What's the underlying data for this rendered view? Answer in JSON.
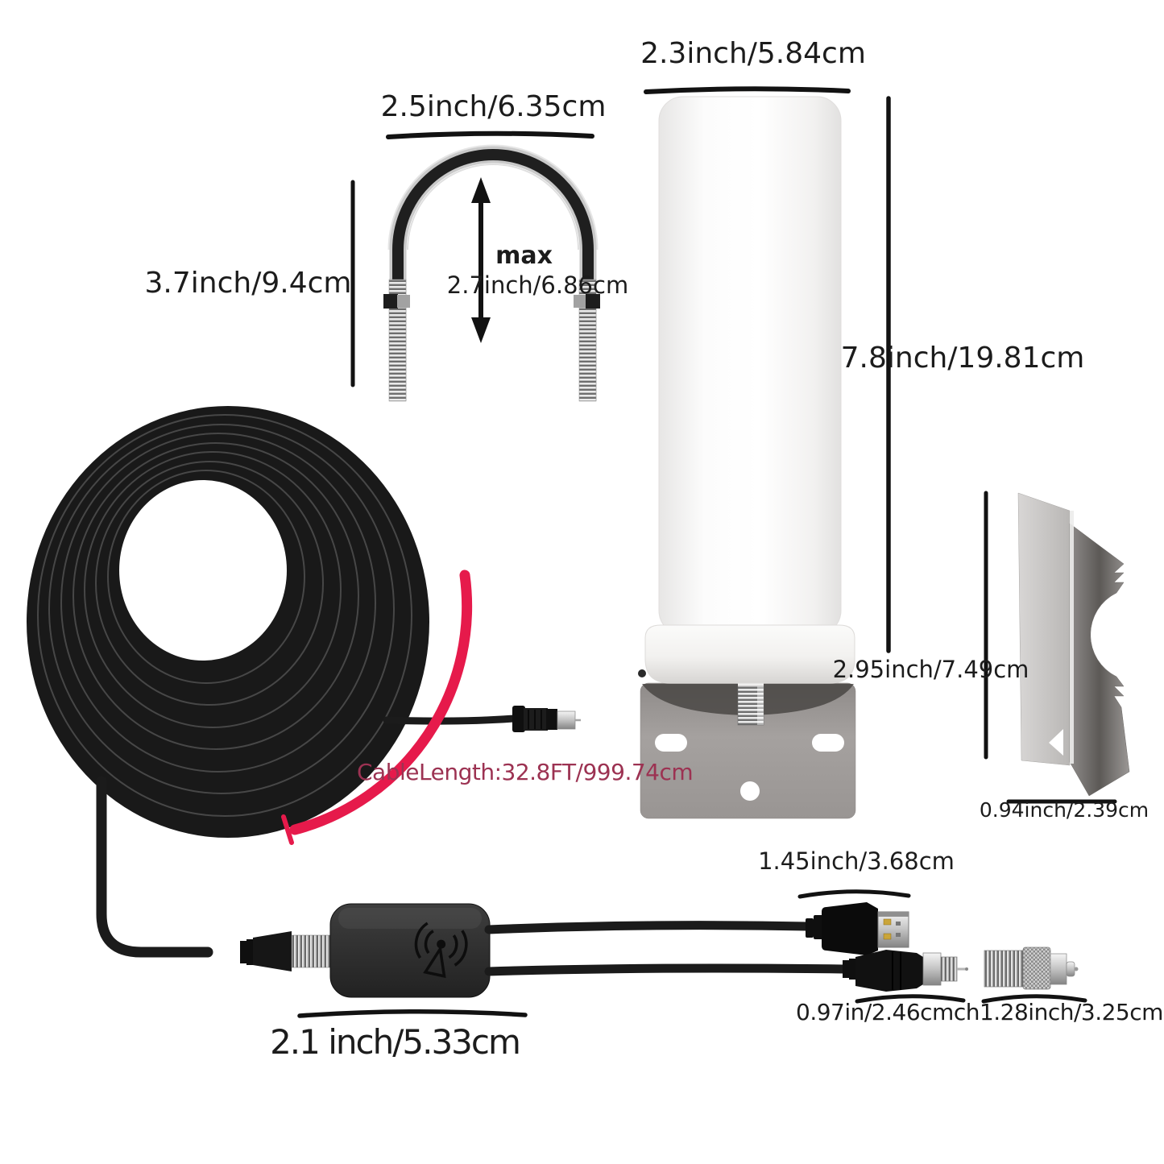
{
  "page": {
    "type": "product-dimension-diagram",
    "background": "#ffffff"
  },
  "dimensions": {
    "antenna_width": "2.3inch/5.84cm",
    "ubolt_width": "2.5inch/6.35cm",
    "ubolt_height": "3.7inch/9.4cm",
    "ubolt_inner_max_prefix": "max",
    "ubolt_inner_max": "2.7inch/6.86cm",
    "antenna_height": "7.8inch/19.81cm",
    "mount_bracket_height": "2.95inch/7.49cm",
    "pole_clamp_width": "0.94inch/2.39cm",
    "cable_length": "CableLength:32.8FT/999.74cm",
    "usb_connector_length": "1.45inch/3.68cm",
    "coax_connector_lengths": "0.97in/2.46cmch1.28inch/3.25cm",
    "amplifier_width": "2.1 inch/5.33cm"
  },
  "colors": {
    "background": "#ffffff",
    "text": "#1c1c1c",
    "cable_length_text": "#9c3252",
    "accent_arc_red": "#e61a4b",
    "antenna_body": "#fafafa",
    "bracket_gray": "#9c9896",
    "cable_black": "#1b1b1b",
    "silver": "#c2c2c2"
  },
  "icons": {
    "amplifier_logo": "broadcast-antenna-icon"
  }
}
